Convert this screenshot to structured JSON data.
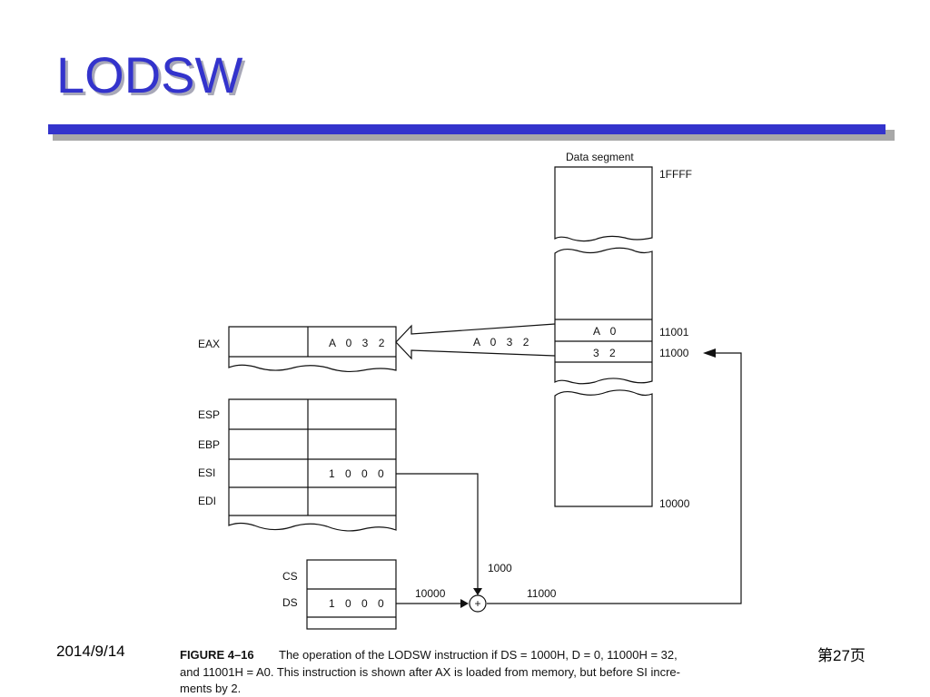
{
  "slide": {
    "title": "LODSW",
    "date": "2014/9/14",
    "page": "第27页"
  },
  "diagram": {
    "data_segment_label": "Data segment",
    "addr_top": "1FFFF",
    "addr_11001": "11001",
    "addr_11000": "11000",
    "addr_10000": "10000",
    "mem_high_byte": "A 0",
    "mem_low_byte": "3 2",
    "transfer_value": "A 0 3 2",
    "eax_label": "EAX",
    "eax_value": "A 0 3 2",
    "esp_label": "ESP",
    "ebp_label": "EBP",
    "esi_label": "ESI",
    "esi_value": "1 0 0 0",
    "edi_label": "EDI",
    "cs_label": "CS",
    "ds_label": "DS",
    "ds_value": "1 0 0 0",
    "offset_label": "1000",
    "ds_shifted_label": "10000",
    "sum_label": "11000",
    "plus_symbol": "+"
  },
  "caption": {
    "figure_number": "FIGURE 4–16",
    "line1": "The operation of the LODSW instruction if DS = 1000H, D = 0, 11000H = 32,",
    "line2": "and 11001H = A0. This instruction is shown after AX is loaded from memory, but before SI incre-",
    "line3": "ments by 2."
  }
}
